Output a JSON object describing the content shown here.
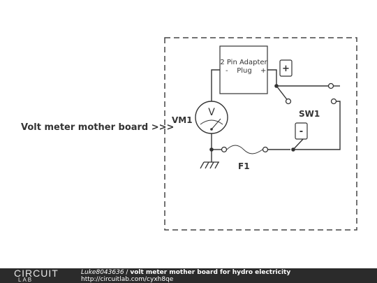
{
  "diagram": {
    "side_label": "Volt meter mother board >>>",
    "adapter": {
      "line1": "2 Pin Adapter",
      "minus": "-",
      "plug": "Plug",
      "plus": "+"
    },
    "voltmeter": {
      "name": "VM1",
      "symbol": "V"
    },
    "switch": {
      "name": "SW1",
      "plus_tag": "+",
      "minus_tag": "-"
    },
    "fuse": {
      "name": "F1"
    }
  },
  "footer": {
    "brand_top": "CIRCUIT",
    "brand_bottom": "LAB",
    "author": "Luke8043636",
    "separator": " / ",
    "title": "volt meter mother board for hydro electricity",
    "url": "http://circuitlab.com/cyxh8qe"
  },
  "colors": {
    "wire": "#333333",
    "border": "#444444",
    "footer_bg": "#2b2b2b"
  }
}
